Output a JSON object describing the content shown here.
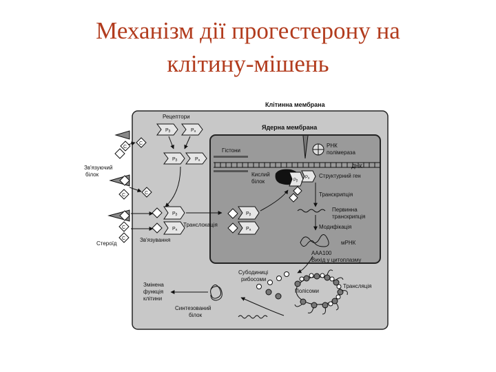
{
  "slide": {
    "title_line1": "Механізм дії прогестерону на",
    "title_line2": "клітину-мішень"
  },
  "diagram": {
    "cell_membrane": "Клітинна мембрана",
    "nuclear_membrane": "Ядерна мембрана",
    "receptors": "Рецептори",
    "histones": "Гістони",
    "rna_polymerase_1": "РНК",
    "rna_polymerase_2": "полімераза",
    "dna": "ДНК",
    "acidic_protein_1": "Кислий",
    "acidic_protein_2": "білок",
    "structural_gene": "Структурний ген",
    "binding_protein_1": "Зв'язуючий",
    "binding_protein_2": "білок",
    "transcription": "Транскрипція",
    "primary_transcription_1": "Первинна",
    "primary_transcription_2": "транскрипція",
    "translocation": "Транслокація",
    "modification": "Модифікація",
    "steroid": "Стероїд",
    "binding": "Зв'язування",
    "mrna": "мРНК",
    "aaa": "ААА100",
    "exit_cytoplasm": "Вихід у цитоплазму",
    "ribosome_subunits_1": "Субодиниці",
    "ribosome_subunits_2": "рибосоми",
    "translation": "Трансляція",
    "polysomes": "Полісоми",
    "changed_function_1": "Змінена",
    "changed_function_2": "функція",
    "changed_function_3": "клітини",
    "synthesized_protein_1": "Синтезований",
    "synthesized_protein_2": "білок",
    "steroid_symbol": "C",
    "receptor_a": "Pₐ",
    "receptor_b": "Pᵦ"
  },
  "colors": {
    "title": "#b23c1e",
    "cell_fill": "#c8c8c8",
    "nucleus_fill": "#9a9a9a",
    "dark": "#555555"
  }
}
